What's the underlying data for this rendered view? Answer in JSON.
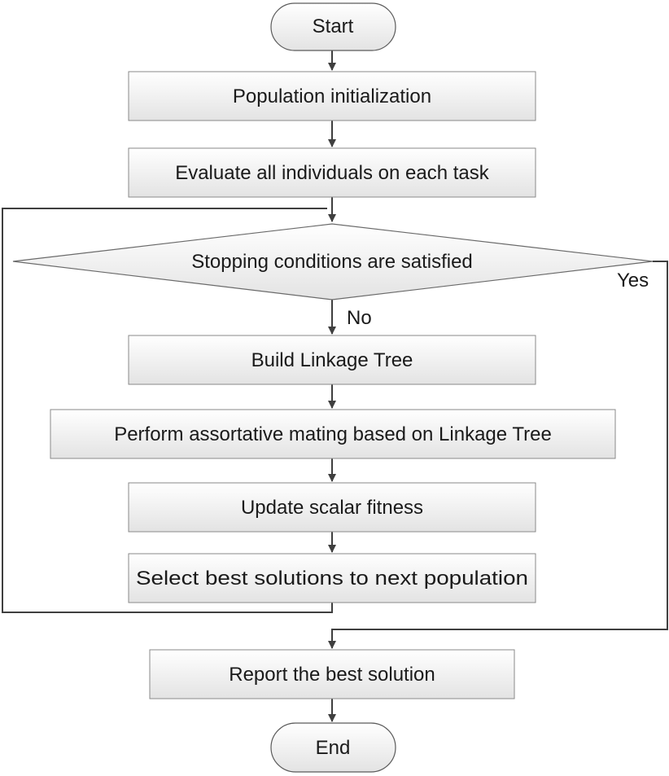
{
  "nodes": {
    "start": "Start",
    "init": "Population initialization",
    "evaluate": "Evaluate all individuals on each task",
    "decision": "Stopping conditions are satisfied",
    "build_tree": "Build Linkage Tree",
    "mating": "Perform assortative mating based on Linkage Tree",
    "update": "Update scalar fitness",
    "select": "Select best solutions to next population",
    "report": "Report the best solution",
    "end": "End"
  },
  "edge_labels": {
    "no": "No",
    "yes": "Yes"
  },
  "colors": {
    "box_fill_top": "#ffffff",
    "box_fill_bottom": "#e3e3e3",
    "line": "#3f3f3f"
  }
}
